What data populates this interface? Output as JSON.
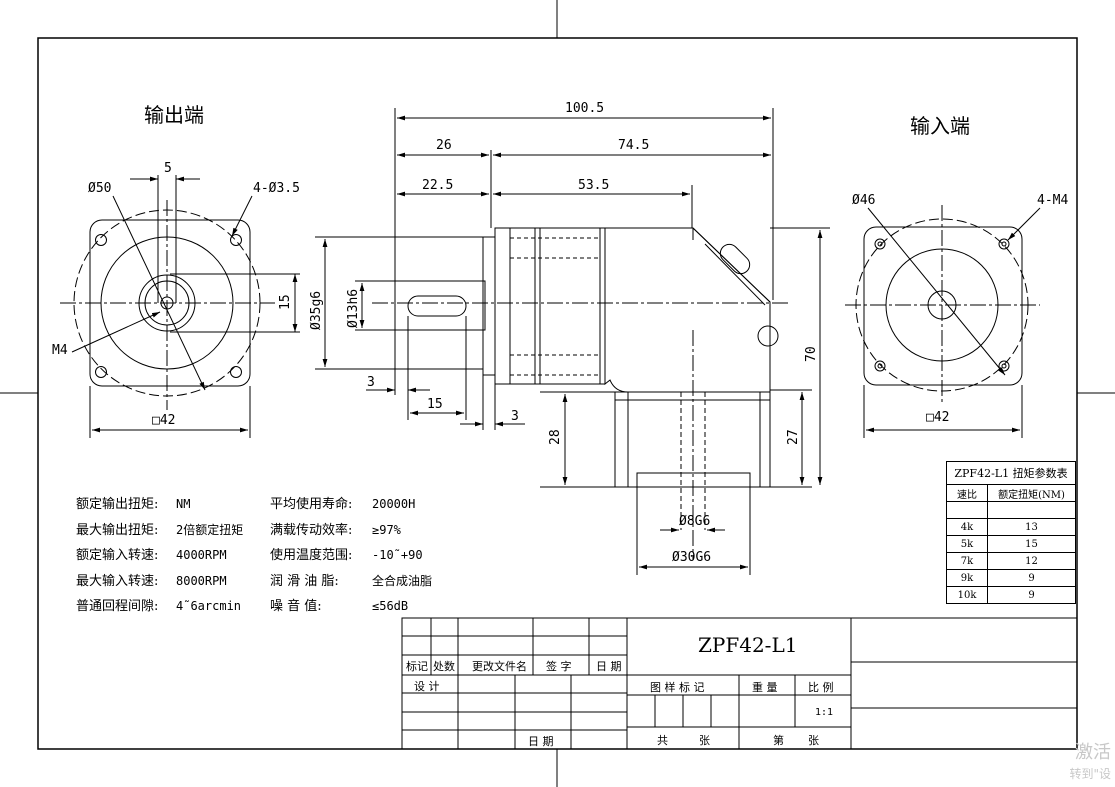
{
  "views": {
    "output_label": "输出端",
    "input_label": "输入端"
  },
  "dimensions": {
    "d100_5": "100.5",
    "d26": "26",
    "d74_5": "74.5",
    "d22_5": "22.5",
    "d53_5": "53.5",
    "d5": "5",
    "d15_left": "15",
    "d15_bottom": "15",
    "d3a": "3",
    "d3b": "3",
    "d28": "28",
    "d27": "27",
    "d70": "70",
    "phi50": "Ø50",
    "hole4_35": "4-Ø3.5",
    "m4": "M4",
    "sq42_left": "□42",
    "phi35g6": "Ø35g6",
    "phi13h6": "Ø13h6",
    "phi8g6": "Ø8G6",
    "phi30g6": "Ø30G6",
    "phi46": "Ø46",
    "m4x4": "4-M4",
    "sq42_right": "□42"
  },
  "params": [
    {
      "l1": "额定输出扭矩:",
      "v1": "NM",
      "l2": "平均使用寿命:",
      "v2": "20000H"
    },
    {
      "l1": "最大输出扭矩:",
      "v1": "2倍额定扭矩",
      "l2": "满载传动效率:",
      "v2": "≥97%"
    },
    {
      "l1": "额定输入转速:",
      "v1": "4000RPM",
      "l2": "使用温度范围:",
      "v2": "-10˜+90"
    },
    {
      "l1": "最大输入转速:",
      "v1": "8000RPM",
      "l2": "润  滑 油 脂:",
      "v2": "全合成油脂"
    },
    {
      "l1": "普通回程间隙:",
      "v1": "4˜6arcmin",
      "l2": "噪    音   值:",
      "v2": "≤56dB"
    }
  ],
  "spec_table": {
    "title": "ZPF42-L1 扭矩参数表",
    "headers": [
      "速比",
      "额定扭矩(NM)"
    ],
    "rows": [
      {
        "ratio": "4k",
        "torque": "13"
      },
      {
        "ratio": "5k",
        "torque": "15"
      },
      {
        "ratio": "7k",
        "torque": "12"
      },
      {
        "ratio": "9k",
        "torque": "9"
      },
      {
        "ratio": "10k",
        "torque": "9"
      }
    ]
  },
  "title_block": {
    "model": "ZPF42-L1",
    "mark": "标记",
    "count": "处数",
    "change_doc": "更改文件名",
    "sign": "签  字",
    "date": "日 期",
    "design": "设  计",
    "date2": "日  期",
    "drawing_mark": "图  样  标  记",
    "weight": "重  量",
    "scale": "比  例",
    "scale_value": "1:1",
    "total": "共",
    "sheets": "张",
    "no": "第",
    "sheet": "张"
  },
  "watermark": {
    "line1": "激活",
    "line2": "转到\"设"
  }
}
